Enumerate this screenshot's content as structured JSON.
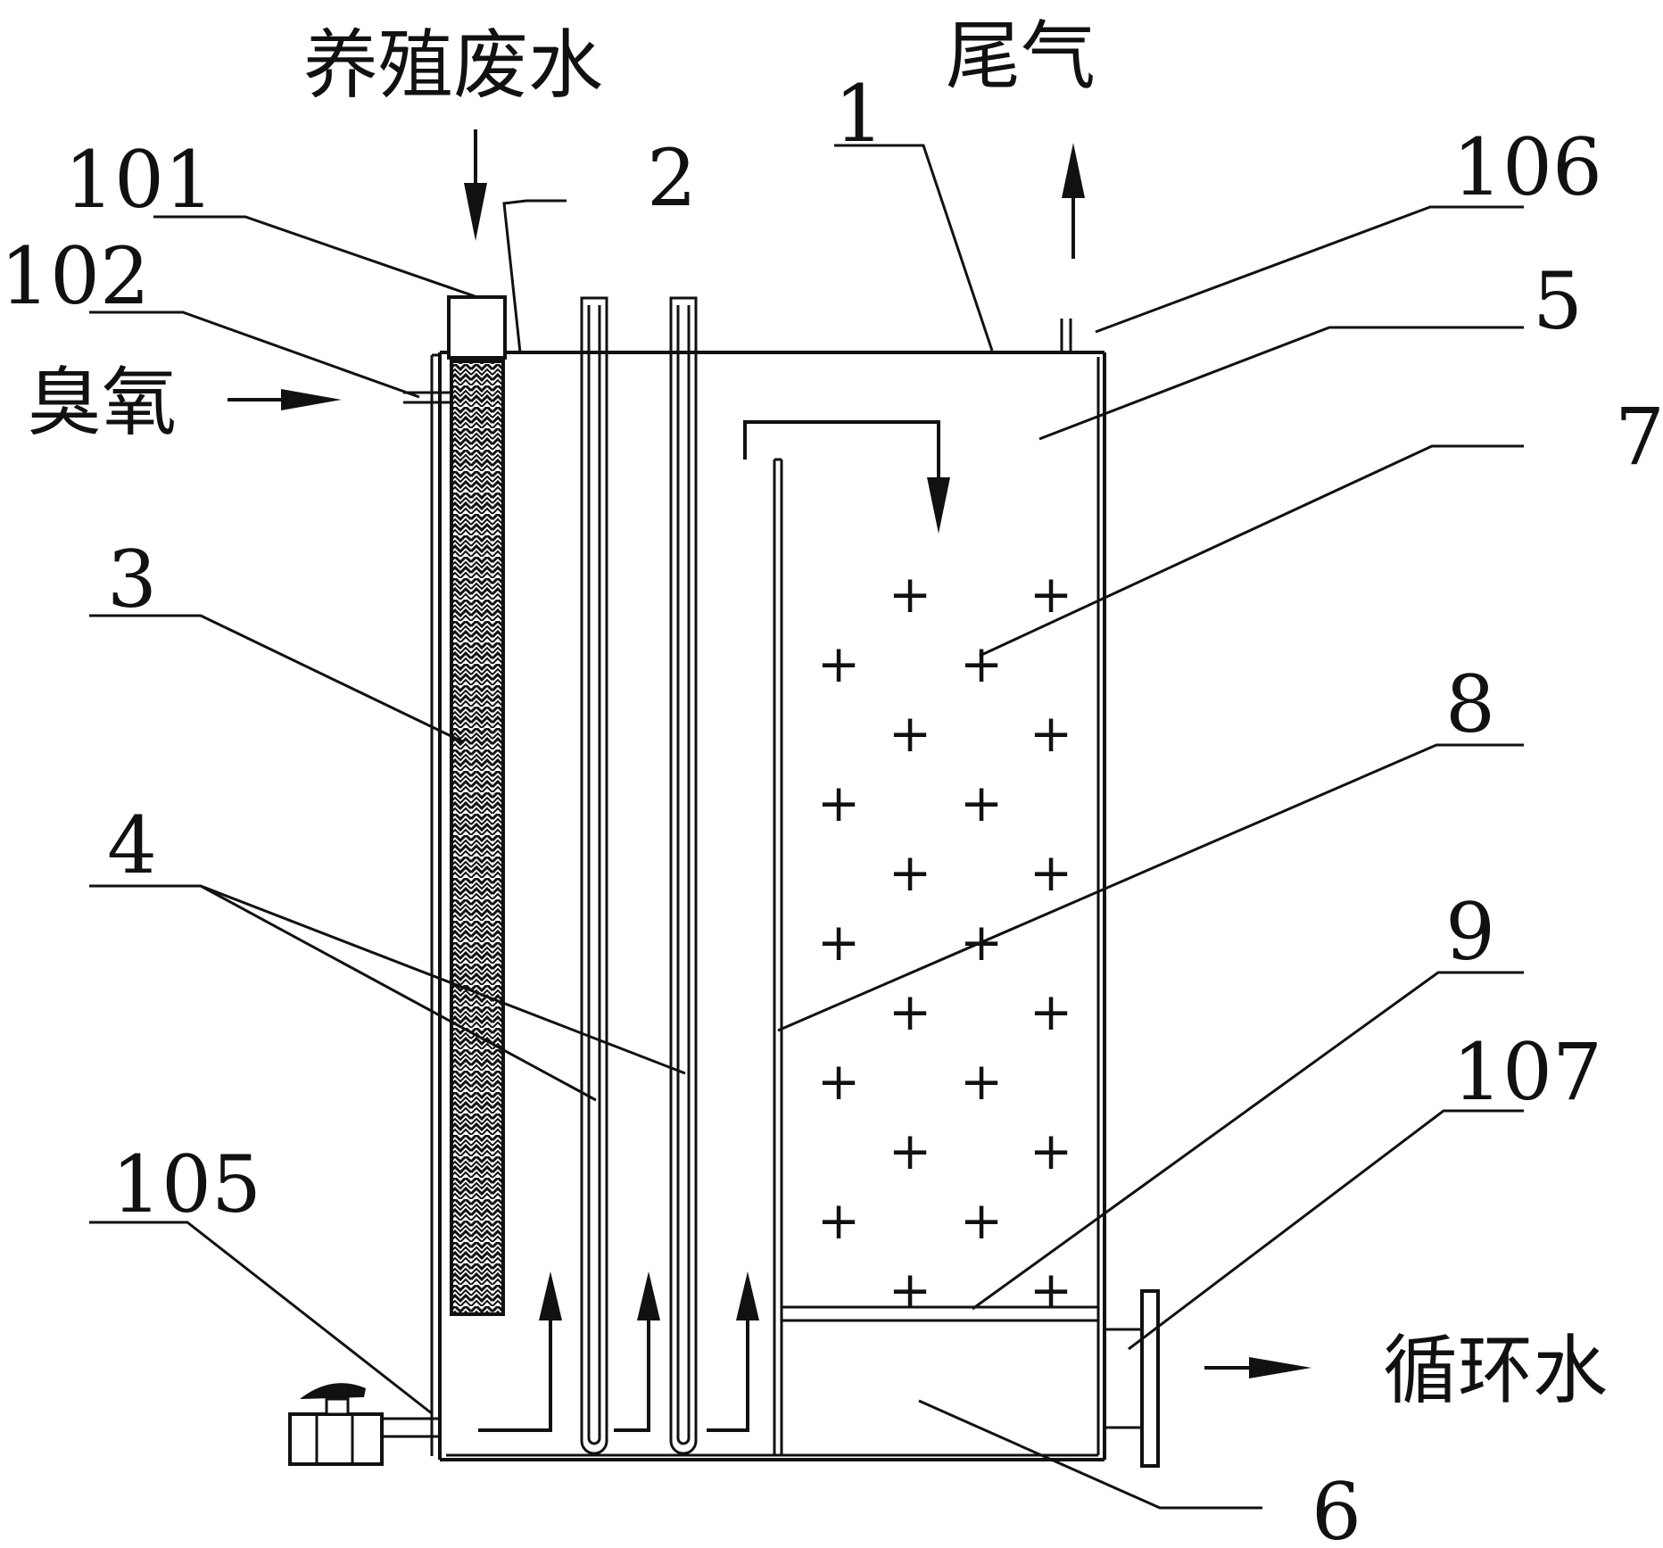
{
  "labels": {
    "l1": "1",
    "l2": "2",
    "l3": "3",
    "l4": "4",
    "l5": "5",
    "l6": "6",
    "l7": "7",
    "l8": "8",
    "l9": "9",
    "l101": "101",
    "l102": "102",
    "l105": "105",
    "l106": "106",
    "l107": "107"
  },
  "text": {
    "wastewater": "养殖废水",
    "offgas": "尾气",
    "ozone": "臭氧",
    "circulating": "循环水"
  },
  "colors": {
    "line": "#111111",
    "background": "#ffffff"
  },
  "packing_symbol": "+"
}
